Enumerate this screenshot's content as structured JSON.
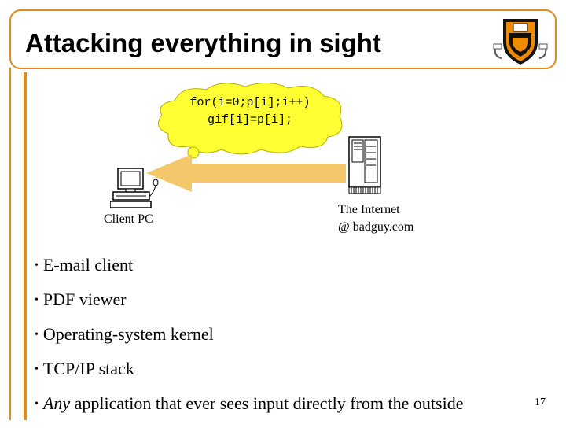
{
  "slide": {
    "title": "Attacking everything in sight",
    "slide_number": "17"
  },
  "diagram": {
    "code_lines": [
      "for(i=0;p[i];i++)",
      "gif[i]=p[i];"
    ],
    "client_label": "Client PC",
    "internet_label_line1": "The Internet",
    "internet_label_line2": "@ badguy.com"
  },
  "bullets": [
    {
      "text": "E-mail client"
    },
    {
      "text": "PDF viewer"
    },
    {
      "text": "Operating-system kernel"
    },
    {
      "text": "TCP/IP stack"
    },
    {
      "emphasis": "Any",
      "text": " application that ever sees input directly from the outside"
    }
  ],
  "colors": {
    "frame": "#e08a1e",
    "cloud": "#ffff33",
    "arrow": "#f5c76b",
    "shield_orange": "#f08a00"
  }
}
